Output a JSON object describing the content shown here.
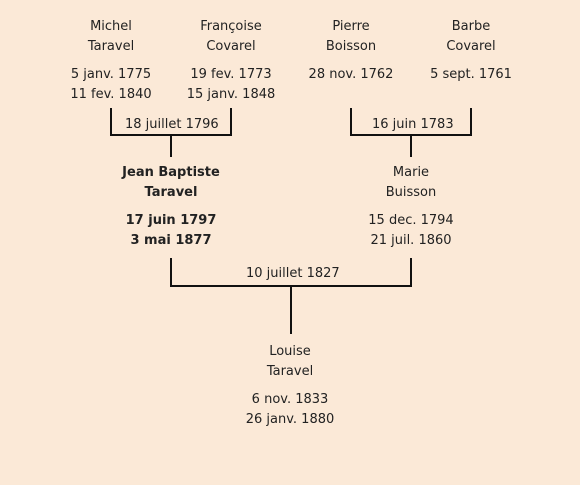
{
  "tree": {
    "grandparents": [
      {
        "first": "Michel",
        "last": "Taravel",
        "birth": "5 janv. 1775",
        "death": "11 fev. 1840"
      },
      {
        "first": "Françoise",
        "last": "Covarel",
        "birth": "19 fev. 1773",
        "death": "15 janv. 1848"
      },
      {
        "first": "Pierre",
        "last": "Boisson",
        "birth": "28 nov. 1762",
        "death": ""
      },
      {
        "first": "Barbe",
        "last": "Covarel",
        "birth": "5 sept. 1761",
        "death": ""
      }
    ],
    "grandparent_marriages": [
      "18 juillet 1796",
      "16 juin 1783"
    ],
    "parents": [
      {
        "first": "Jean Baptiste",
        "last": "Taravel",
        "birth": "17 juin 1797",
        "death": "3 mai 1877"
      },
      {
        "first": "Marie",
        "last": "Buisson",
        "birth": "15 dec. 1794",
        "death": "21 juil. 1860"
      }
    ],
    "parent_marriage": "10 juillet 1827",
    "child": {
      "first": "Louise",
      "last": "Taravel",
      "birth": "6 nov. 1833",
      "death": "26 janv. 1880"
    }
  }
}
